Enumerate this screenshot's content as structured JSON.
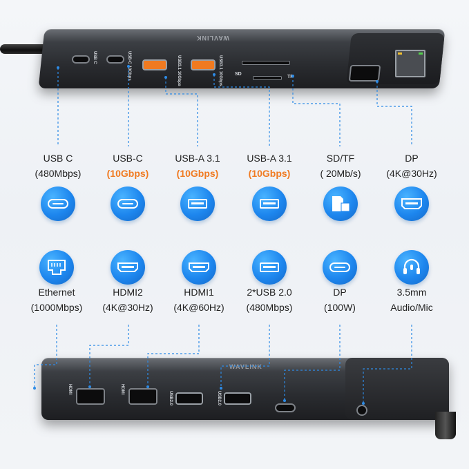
{
  "product": {
    "top_side_brand": "WAVLINK",
    "bottom_side_brand": "WAVLINK",
    "top_port_labels": [
      "USB C",
      "USB-C 10Gbps",
      "USB3.1 10Gbps",
      "USB3.1 10Gbps"
    ],
    "card_labels": [
      "SD",
      "TF"
    ],
    "bottom_port_labels": [
      "HDMI",
      "HDMI",
      "USB2.0",
      "USB2.0"
    ]
  },
  "top_ports": [
    {
      "name": "USB C",
      "speed": "(480Mbps)",
      "icon": "usb-c-icon"
    },
    {
      "name": "USB-C",
      "speed": "(10Gbps)",
      "icon": "usb-c-icon"
    },
    {
      "name": "USB-A 3.1",
      "speed": "(10Gbps)",
      "icon": "usb-a-icon"
    },
    {
      "name": "USB-A 3.1",
      "speed": "(10Gbps)",
      "icon": "usb-a-icon"
    },
    {
      "name": "SD/TF",
      "speed": "( 20Mb/s)",
      "icon": "sd-tf-card-icon"
    },
    {
      "name": "DP",
      "speed": "(4K@30Hz)",
      "icon": "displayport-icon"
    }
  ],
  "bottom_ports": [
    {
      "name": "Ethernet",
      "speed": "(1000Mbps)",
      "icon": "ethernet-icon"
    },
    {
      "name": "HDMI2",
      "speed": "(4K@30Hz)",
      "icon": "hdmi-icon"
    },
    {
      "name": "HDMI1",
      "speed": "(4K@60Hz)",
      "icon": "hdmi-icon"
    },
    {
      "name": "2*USB 2.0",
      "speed": "(480Mbps)",
      "icon": "usb-a-icon"
    },
    {
      "name": "DP",
      "speed": "(100W)",
      "icon": "usb-c-icon"
    },
    {
      "name": "3.5mm",
      "speed": "Audio/Mic",
      "icon": "headset-mic-icon"
    }
  ],
  "colors": {
    "accent": "#f07a20",
    "icon_blue": "#1d86ee",
    "leader_line": "#2d8be6",
    "text": "#222222"
  }
}
